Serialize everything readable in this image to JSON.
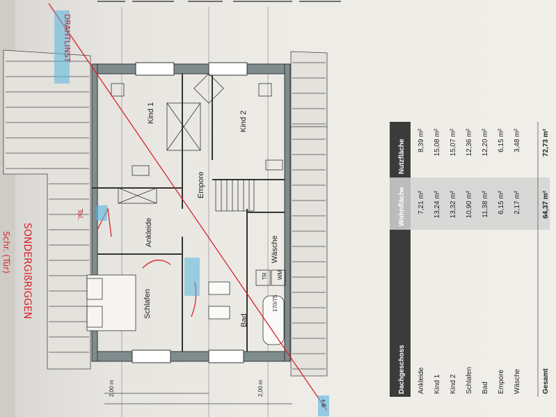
{
  "plan": {
    "rooms": {
      "kind1": "Kind 1",
      "kind2": "Kind 2",
      "empore": "Empore",
      "ankleide": "Ankleide",
      "schlafen": "Schlafen",
      "bad": "Bad",
      "waesche": "Wäsche"
    },
    "small_labels": {
      "tr": "TR",
      "wm": "WM"
    },
    "dimensions": [
      "2,00 m",
      "2,00 m"
    ]
  },
  "table": {
    "headers": [
      "Dachgeschoss",
      "Wohnfläche",
      "Nutzfläche"
    ],
    "rows": [
      {
        "room": "Ankleide",
        "wohn": "7,21 m²",
        "nutz": "8,39 m²"
      },
      {
        "room": "Kind 1",
        "wohn": "13,24 m²",
        "nutz": "15,08 m²"
      },
      {
        "room": "Kind 2",
        "wohn": "13,32 m²",
        "nutz": "15,07 m²"
      },
      {
        "room": "Schlafen",
        "wohn": "10,90 m²",
        "nutz": "12,36 m²"
      },
      {
        "room": "Bad",
        "wohn": "11,38 m²",
        "nutz": "12,20 m²"
      },
      {
        "room": "Empore",
        "wohn": "6,15 m²",
        "nutz": "6,15 m²"
      },
      {
        "room": "Wäsche",
        "wohn": "2,17 m²",
        "nutz": "3,48 m²"
      }
    ],
    "total": {
      "room": "Gesamt",
      "wohn": "64,37 m²",
      "nutz": "72,73 m²"
    }
  },
  "annotations": {
    "top_note": "DRAHTLINST",
    "sonder": "SONDERGIßRIGGEN",
    "schrank": "Schr. (Tür)",
    "tub_size": "170/75",
    "small_note": "Tol.",
    "bottom_note": "+6"
  },
  "colors": {
    "paper": "#eeece6",
    "ink": "#2b2b2b",
    "table_header": "#3b3b3b",
    "table_band": "#d3d3d3",
    "highlighter": "#58b4df",
    "red_pen": "#d8232a"
  }
}
